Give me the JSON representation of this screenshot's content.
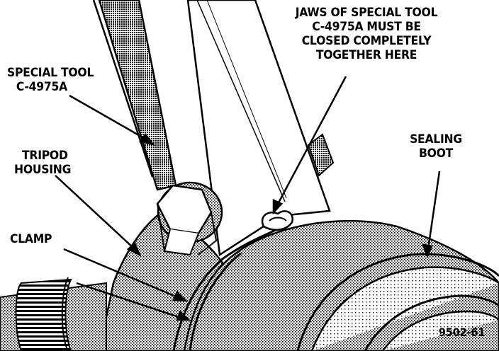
{
  "labels": {
    "special_tool": [
      "SPECIAL TOOL",
      "C-4975A"
    ],
    "tripod_housing": [
      "TRIPOD",
      "HOUSING"
    ],
    "clamp": "CLAMP",
    "jaws_note": [
      "JAWS OF SPECIAL TOOL",
      "C-4975A MUST BE",
      "CLOSED COMPLETELY",
      "TOGETHER HERE"
    ],
    "sealing_boot": [
      "SEALING",
      "BOOT"
    ],
    "figure_number": "9502-61"
  },
  "colors": {
    "ink": "#000000",
    "paper": "#ffffff"
  }
}
